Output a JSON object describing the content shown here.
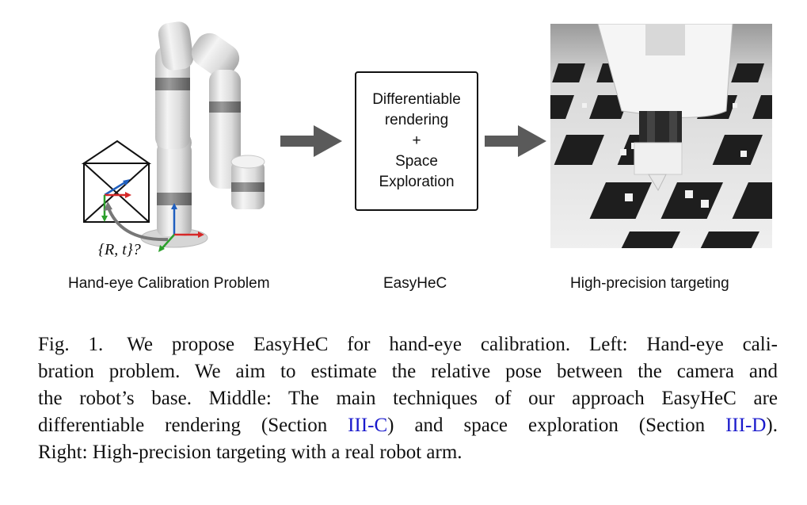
{
  "figure": {
    "panels": [
      {
        "label": "Hand-eye Calibration Problem"
      },
      {
        "label": "EasyHeC"
      },
      {
        "label": "High-precision targeting"
      }
    ],
    "method_box": {
      "lines": [
        "Differentiable",
        "rendering",
        "+",
        "Space",
        "Exploration"
      ]
    },
    "robot_annotation": "{R, t}?",
    "colors": {
      "arrow_gray": "#5a5a5a",
      "axis_red": "#d62828",
      "axis_green": "#2ca02c",
      "axis_blue": "#1f5fbf",
      "robot_body": "#e6e6e6",
      "robot_band": "#7a7a7a"
    }
  },
  "caption": {
    "lead": "Fig. 1.",
    "lines": [
      "We propose EasyHeC for hand-eye calibration. Left: Hand-eye cali-",
      "bration problem. We aim to estimate the relative pose between the camera and",
      "the robot’s base. Middle: The main techniques of our approach EasyHeC are"
    ],
    "line4_a": "differentiable rendering (Section ",
    "ref1": "III-C",
    "line4_b": ") and space exploration (Section ",
    "ref2": "III-D",
    "line4_c": ").",
    "line5": "Right: High-precision targeting with a real robot arm."
  }
}
